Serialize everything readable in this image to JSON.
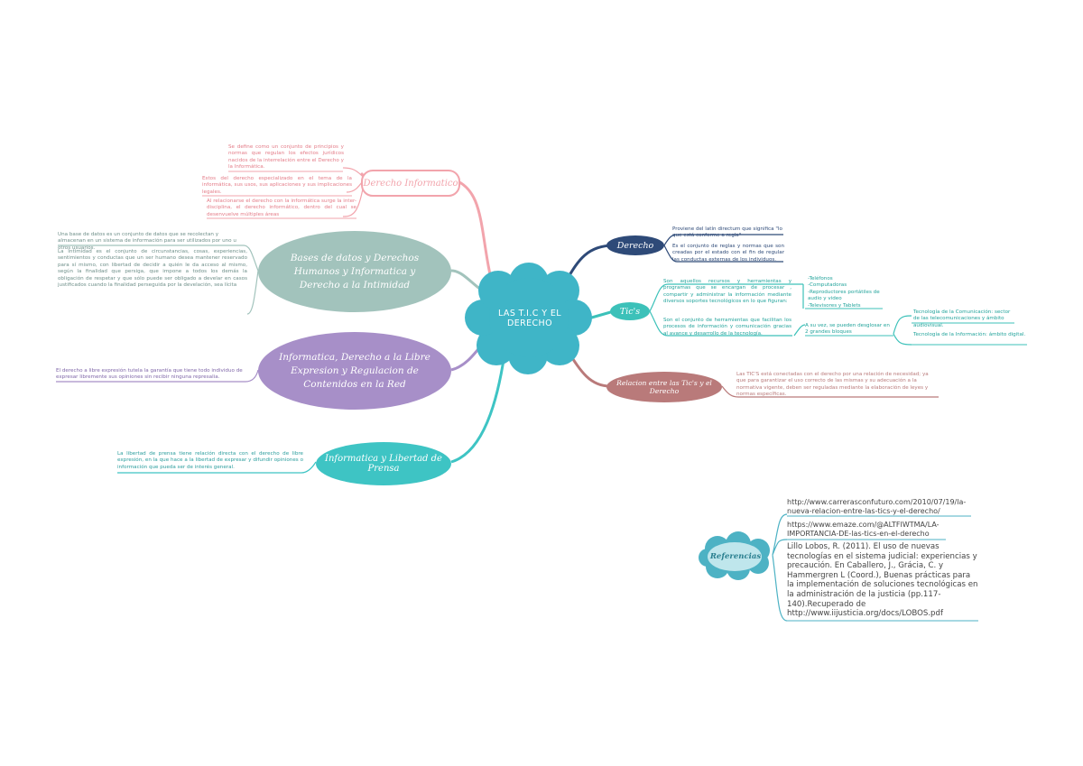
{
  "central": {
    "title": "LAS T.I.C Y EL DERECHO"
  },
  "colors": {
    "central": "#3fb5c7",
    "derecho_informatico": "#f2a4ac",
    "bases": "#a2c3bc",
    "libre_expresion": "#a78fc8",
    "libertad_prensa": "#3ec4c4",
    "derecho": "#2e4a78",
    "tics": "#3cc1b9",
    "relacion": "#b97a7a",
    "referencias": "#4db2c4"
  },
  "derecho_informatico": {
    "label": "Derecho Informatico",
    "items": [
      "Se define como un conjunto de principios y normas que regulan los efectos jurídicos nacidos de la interrelación entre el Derecho y la Informática.",
      "Estos del derecho especializado en el tema de la informática, sus usos, sus aplicaciones y sus implicaciones legales.",
      "Al relacionarse el derecho con la informática surge la inter-disciplina, el derecho informático, dentro del cual se desenvuelve múltiples áreas"
    ]
  },
  "bases": {
    "label": "Bases de datos y Derechos Humanos y Informatica y Derecho a la Intimidad",
    "items": [
      "Una base de datos es un conjunto de datos que se recolectan y almacenan en un sistema de información para ser utilizados por uno u otros usuarios.",
      "La Intimidad es el conjunto de circunstancias, cosas, experiencias, sentimientos y conductas que un ser humano desea mantener reservado para sí mismo, con libertad de decidir a quién le da acceso al mismo, según la finalidad que persiga, que impone a todos los demás la obligación de respetar y que sólo puede ser obligado a develar en casos justificados cuando la finalidad perseguida por la develación, sea lícita"
    ]
  },
  "libre_expresion": {
    "label": "Informatica, Derecho a la Libre Expresion y Regulacion de Contenidos en la Red",
    "items": [
      "El derecho a libre expresión tutela la garantía que tiene todo individuo de expresar libremente sus opiniones sin recibir ninguna represalia."
    ]
  },
  "libertad_prensa": {
    "label": "Informatica y Libertad de Prensa",
    "items": [
      "La libertad de prensa tiene relación directa con el derecho de libre expresión, en la que hace a la libertad de expresar y difundir opiniones o información que pueda ser de interés general."
    ]
  },
  "derecho": {
    "label": "Derecho",
    "items": [
      "Proviene del latín directum que significa \"lo que está conforme a regla\"",
      "Es el conjunto de reglas y normas que son creadas por el estado con el fin de regular las conductas externas de los individuos."
    ]
  },
  "tics": {
    "label": "Tic's",
    "items": [
      "Son aquellos recursos y herramientas y programas que se encargan de procesar , compartir y administrar la información mediante diversos soportes tecnológicos en lo que figuran:",
      "Son el conjunto de herramientas que facilitan los procesos de información y comunicación gracias al avance y desarrollo de la tecnología."
    ],
    "list": "-Teléfonos\n-Computadoras\n-Reproductores portátiles de audio y video\n-Televisores y Tablets",
    "bloques_label": "A su vez, se pueden desglosar en 2 grandes bloques",
    "bloques": [
      "Tecnología de la Comunicación: sector de las telecomunicaciones y ámbito audiovisual.",
      "Tecnología de la Información: ámbito digital."
    ]
  },
  "relacion": {
    "label": "Relacion entre las Tic's y el Derecho",
    "items": [
      "Las TIC'S está conectadas con el derecho por una relación de necesidad; ya que para garantizar el uso correcto de las mismas y su adecuación a la normativa vigente, deben ser reguladas mediante la elaboración de leyes y normas específicas."
    ]
  },
  "referencias": {
    "label": "Referencias",
    "items": [
      "http://www.carrerasconfuturo.com/2010/07/19/la-nueva-relacion-entre-las-tics-y-el-derecho/",
      "https://www.emaze.com/@ALTFIWTMA/LA-IMPORTANCIA-DE-las-tics-en-el-derecho",
      "Lillo Lobos, R. (2011). El uso de nuevas tecnologías en el sistema judicial: experiencias y precaución. En Caballero, J., Grácia, C. y Hammergren L (Coord.), Buenas prácticas para la implementación de soluciones tecnológicas en la administración de la justicia (pp.117-140).Recuperado de http://www.iijusticia.org/docs/LOBOS.pdf"
    ]
  }
}
